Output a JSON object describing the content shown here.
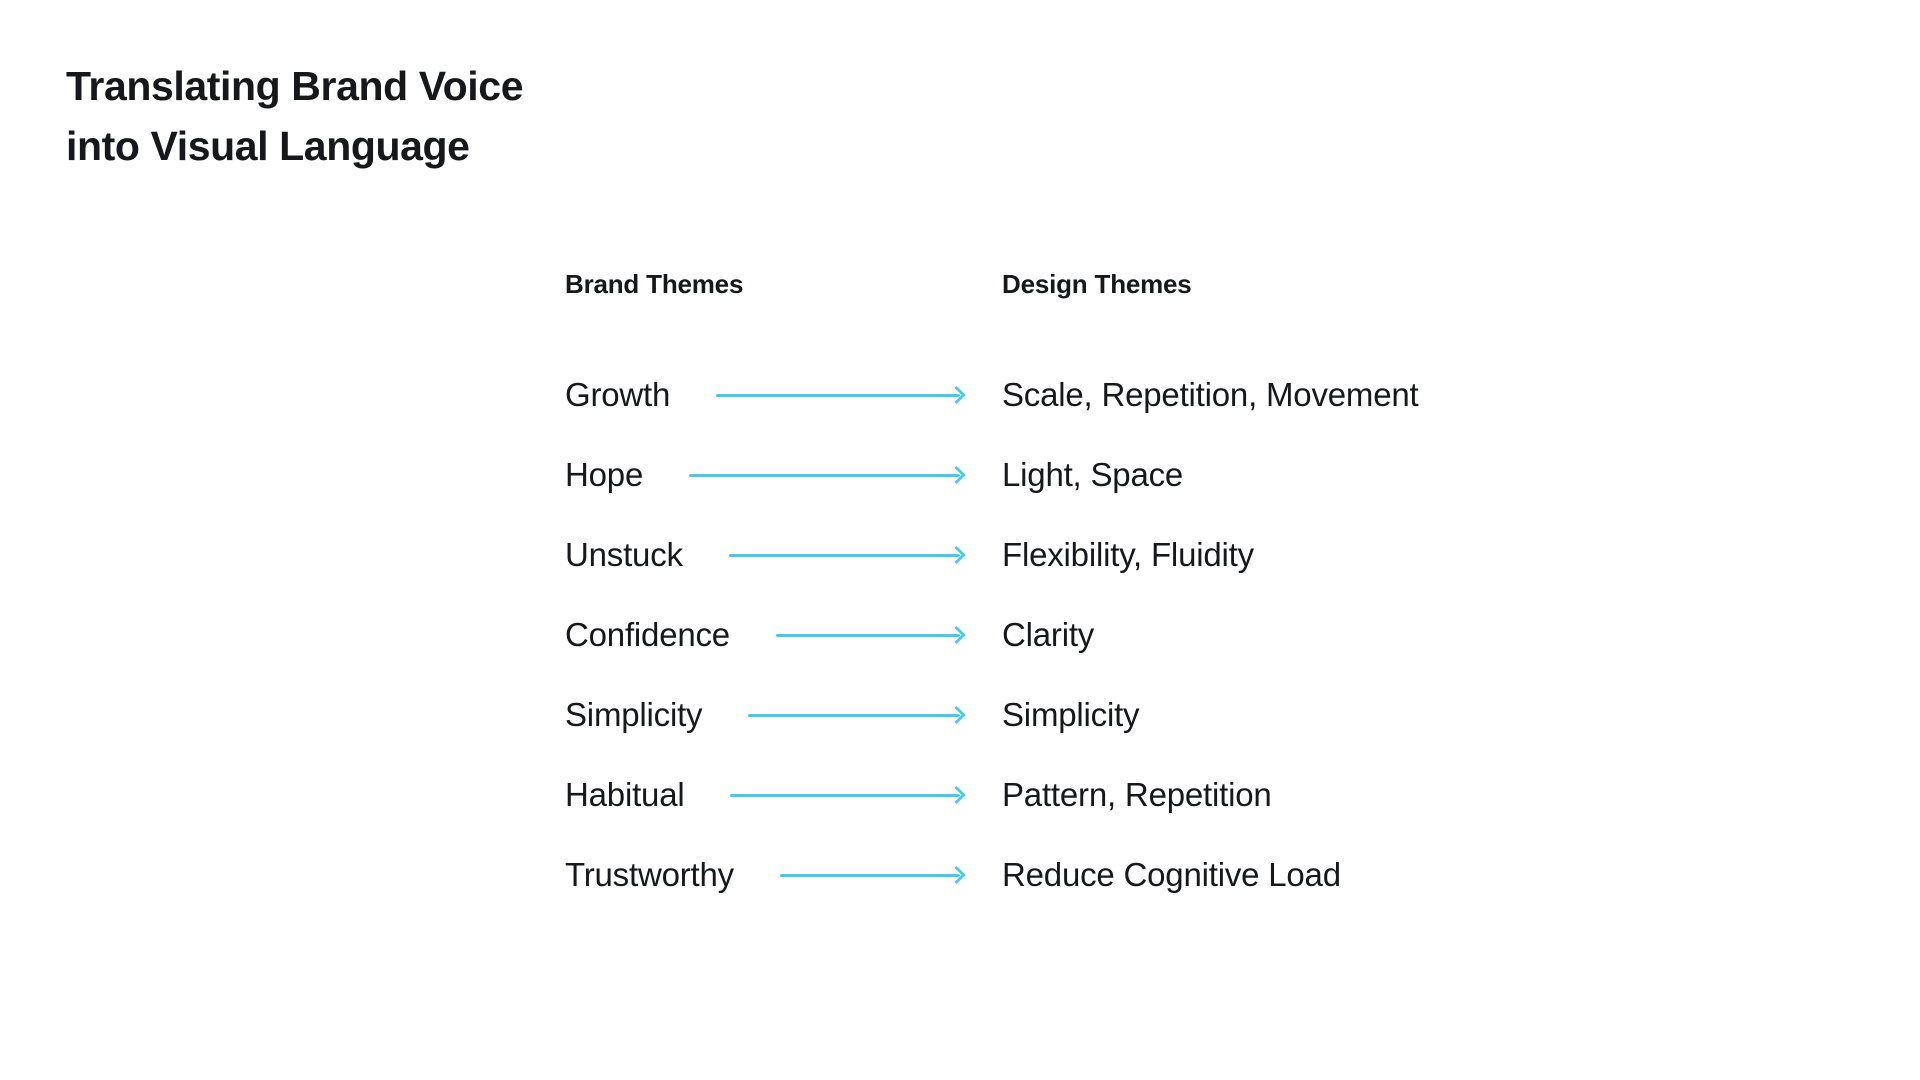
{
  "slide": {
    "background": "#FFFFFF"
  },
  "title": {
    "line1": "Translating Brand Voice",
    "line2": "into Visual Language"
  },
  "mapping": {
    "brand_header": "Brand Themes",
    "design_header": "Design Themes",
    "rows": [
      {
        "brand": "Growth",
        "design": "Scale, Repetition, Movement"
      },
      {
        "brand": "Hope",
        "design": "Light, Space"
      },
      {
        "brand": "Unstuck",
        "design": "Flexibility, Fluidity"
      },
      {
        "brand": "Confidence",
        "design": "Clarity"
      },
      {
        "brand": "Simplicity",
        "design": "Simplicity"
      },
      {
        "brand": "Habitual",
        "design": "Pattern, Repetition"
      },
      {
        "brand": "Trustworthy",
        "design": "Reduce Cognitive Load"
      }
    ]
  },
  "icons": {
    "arrow": "right-arrow-icon"
  },
  "colors": {
    "arrow": "#47C8F4",
    "text": "#16181C",
    "background": "#FFFFFF"
  }
}
